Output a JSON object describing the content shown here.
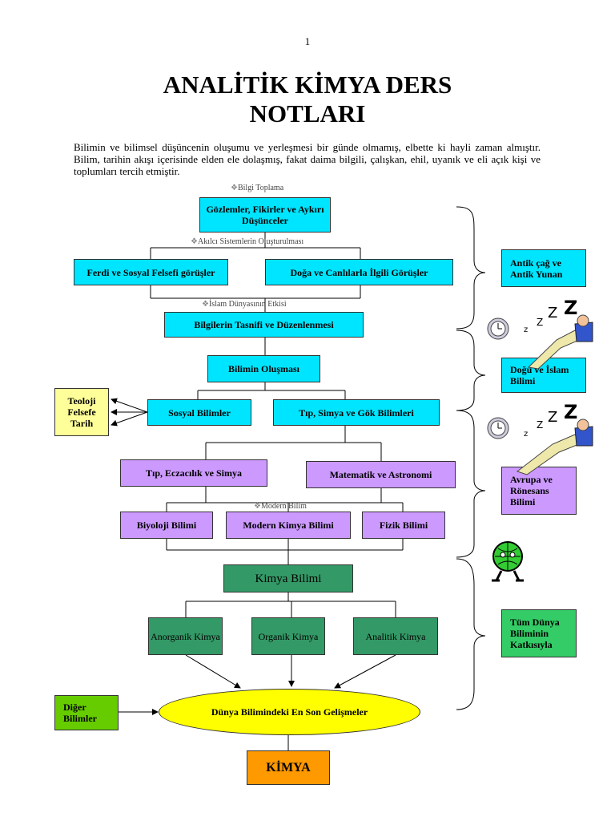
{
  "page": {
    "number": "1",
    "title_line1": "ANALİTİK KİMYA DERS",
    "title_line2": "NOTLARI",
    "intro": "Bilimin ve bilimsel düşüncenin oluşumu ve yerleşmesi bir günde olmamış, elbette ki hayli zaman almıştır. Bilim, tarihin akışı içerisinde elden ele dolaşmış, fakat daima bilgili, çalışkan, ehil, uyanık ve eli açık kişi ve toplumları tercih etmiştir."
  },
  "notes": {
    "bilgi_toplama": "Bilgi Toplama",
    "akilci": "Akılcı Sistemlerin Oluşturulması",
    "islam": "İslam Dünyasının Etkisi",
    "modern": "Modern Bilim"
  },
  "boxes": {
    "gozlemler": "Gözlemler, Fikirler ve Aykırı Düşünceler",
    "ferdi": "Ferdi ve Sosyal Felsefi görüşler",
    "doga": "Doğa ve Canlılarla İlgili Görüşler",
    "tasnif": "Bilgilerin Tasnifi ve Düzenlenmesi",
    "olusmasi": "Bilimin Oluşması",
    "sosyal": "Sosyal Bilimler",
    "tip_simya_gok": "Tıp, Simya ve Gök Bilimleri",
    "tip_eczacilik": "Tıp, Eczacılık ve Simya",
    "matematik": "Matematik ve Astronomi",
    "biyoloji": "Biyoloji Bilimi",
    "modern_kimya": "Modern Kimya Bilimi",
    "fizik": "Fizik Bilimi",
    "kimya_bilimi": "Kimya Bilimi",
    "anorganik": "Anorganik Kimya",
    "organik": "Organik Kimya",
    "analitik": "Analitik Kimya",
    "dunya": "Dünya Bilimindeki En Son Gelişmeler",
    "diger": "Diğer Bilimler",
    "kimya": "KİMYA"
  },
  "side": {
    "teoloji": "Teoloji",
    "felsefe": "Felsefe",
    "tarih": "Tarih",
    "antik": "Antik çağ ve Antik Yunan",
    "dogu": "Doğu ve İslam Bilimi",
    "avrupa": "Avrupa ve Rönesans Bilimi",
    "tum_dunya": "Tüm Dünya Biliminin Katkısıyla"
  },
  "colors": {
    "cyan": "#00e5ff",
    "purple": "#cc99ff",
    "green": "#339966",
    "yellow": "#ffff00",
    "lemon": "#ffff99",
    "lime": "#66cc00",
    "orange": "#ff9900"
  },
  "icons": [
    "sleeping-man-clock-icon",
    "sleeping-man-clock-icon",
    "walking-globe-icon"
  ]
}
